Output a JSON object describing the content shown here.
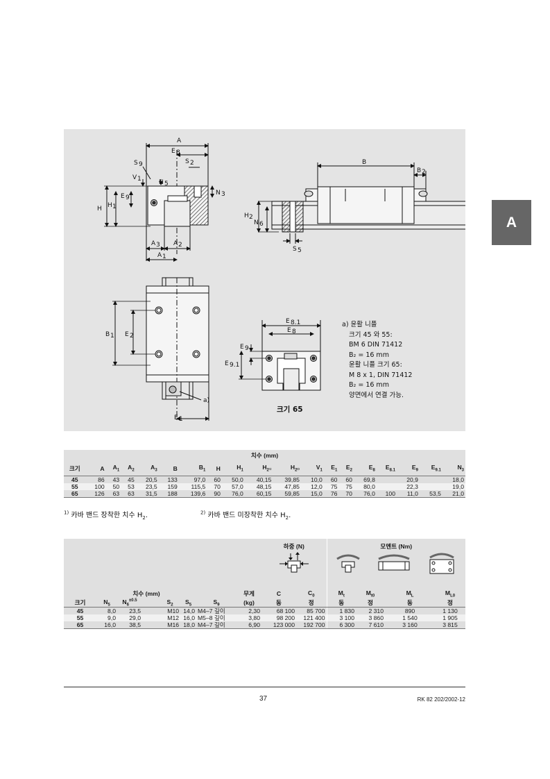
{
  "side_tab": "A",
  "figure": {
    "labels": {
      "A": "A",
      "E8": "E",
      "E8s": "8",
      "S9": "S",
      "S9s": "9",
      "S2": "S",
      "S2s": "2",
      "V1": "V",
      "V1s": "1",
      "N5": "N",
      "N5s": "5",
      "E9": "E",
      "E9s": "9",
      "H1": "H",
      "H1s": "1",
      "N3": "N",
      "N3s": "3",
      "H": "H",
      "A3": "A",
      "A3s": "3",
      "A2": "A",
      "A2s": "2",
      "A1": "A",
      "A1s": "1",
      "B": "B",
      "B2": "B",
      "B2s": "2",
      "H2": "H",
      "H2s": "2",
      "N6": "N",
      "N6s": "6",
      "S5": "S",
      "S5s": "5",
      "B1": "B",
      "B1s": "1",
      "E2": "E",
      "E2s": "2",
      "E1": "E",
      "E1s": "1",
      "a": "a)",
      "E81": "E",
      "E81s": "8.1",
      "E8b": "E",
      "E8bs": "8",
      "E9b": "E",
      "E9bs": "9",
      "E91": "E",
      "E91s": "9.1"
    },
    "caption": "크기 65",
    "note": [
      "a) 윤활 니플",
      "크기 45 와 55:",
      "BM 6 DIN 71412",
      "B₂ = 16 mm",
      "윤활 니플 크기 65:",
      "M 8 x 1, DIN 71412",
      "B₂ = 16 mm",
      "양면에서 연결 가능."
    ]
  },
  "table1": {
    "group_header": "치수 (mm)",
    "columns": [
      {
        "m": "크기",
        "s": ""
      },
      {
        "m": "A",
        "s": ""
      },
      {
        "m": "A",
        "s": "1"
      },
      {
        "m": "A",
        "s": "2"
      },
      {
        "m": "A",
        "s": "3"
      },
      {
        "m": "B",
        "s": ""
      },
      {
        "m": "B",
        "s": "1"
      },
      {
        "m": "H",
        "s": ""
      },
      {
        "m": "H",
        "s": "1"
      },
      {
        "m": "H",
        "s": "2¹⁾"
      },
      {
        "m": "H",
        "s": "2²⁾"
      },
      {
        "m": "V",
        "s": "1"
      },
      {
        "m": "E",
        "s": "1"
      },
      {
        "m": "E",
        "s": "2"
      },
      {
        "m": "E",
        "s": "8"
      },
      {
        "m": "E",
        "s": "8.1"
      },
      {
        "m": "E",
        "s": "9"
      },
      {
        "m": "E",
        "s": "9.1"
      },
      {
        "m": "N",
        "s": "3"
      }
    ],
    "rows": [
      [
        "45",
        "86",
        "43",
        "45",
        "20,5",
        "133",
        "97,0",
        "60",
        "50,0",
        "40,15",
        "39,85",
        "10,0",
        "60",
        "60",
        "69,8",
        "",
        "20,9",
        "",
        "18,0"
      ],
      [
        "55",
        "100",
        "50",
        "53",
        "23,5",
        "159",
        "115,5",
        "70",
        "57,0",
        "48,15",
        "47,85",
        "12,0",
        "75",
        "75",
        "80,0",
        "",
        "22,3",
        "",
        "19,0"
      ],
      [
        "65",
        "126",
        "63",
        "63",
        "31,5",
        "188",
        "139,6",
        "90",
        "76,0",
        "60,15",
        "59,85",
        "15,0",
        "76",
        "70",
        "76,0",
        "100",
        "11,0",
        "53,5",
        "21,0"
      ]
    ]
  },
  "footnotes": {
    "f1_mark": "1)",
    "f1_text": "카바 밴드 장착한 치수 H",
    "f1_sub": "2",
    "f1_end": ".",
    "f2_mark": "2)",
    "f2_text": "카바 밴드 미장착한 치수 H",
    "f2_sub": "2",
    "f2_end": "."
  },
  "table2": {
    "load_header": "하중 (N)",
    "moment_header": "모멘트 (Nm)",
    "dim_header": "치수 (mm)",
    "mass_header": "무게",
    "mass_unit": "(kg)",
    "size_header": "크기",
    "cols": {
      "N5": "N",
      "N5s": "5",
      "N6": "N",
      "N6s": "6",
      "N6tol": "±0.5",
      "S2": "S",
      "S2s": "2",
      "S5": "S",
      "S5s": "5",
      "S9": "S",
      "S9s": "9",
      "C": "C",
      "C0": "C",
      "C0s": "0",
      "Mt": "M",
      "Mts": "t",
      "Mt0": "M",
      "Mt0s": "t0",
      "ML": "M",
      "MLs": "L",
      "ML0": "M",
      "ML0s": "L0"
    },
    "dyn": "동",
    "stat": "정",
    "rows": [
      [
        "45",
        "8,0",
        "23,5",
        "M10",
        "14,0",
        "M4–7 깊이",
        "2,30",
        "68 100",
        "85 700",
        "1 830",
        "2 310",
        "890",
        "1 130"
      ],
      [
        "55",
        "9,0",
        "29,0",
        "M12",
        "16,0",
        "M5–8 깊이",
        "3,80",
        "98 200",
        "121 400",
        "3 100",
        "3 860",
        "1 540",
        "1 905"
      ],
      [
        "65",
        "16,0",
        "38,5",
        "M16",
        "18,0",
        "M4–7 깊이",
        "6,90",
        "123 000",
        "192 700",
        "6 300",
        "7 610",
        "3 160",
        "3 815"
      ]
    ]
  },
  "footer": {
    "page_number": "37",
    "doc_code": "RK 82 202/2002-12"
  }
}
